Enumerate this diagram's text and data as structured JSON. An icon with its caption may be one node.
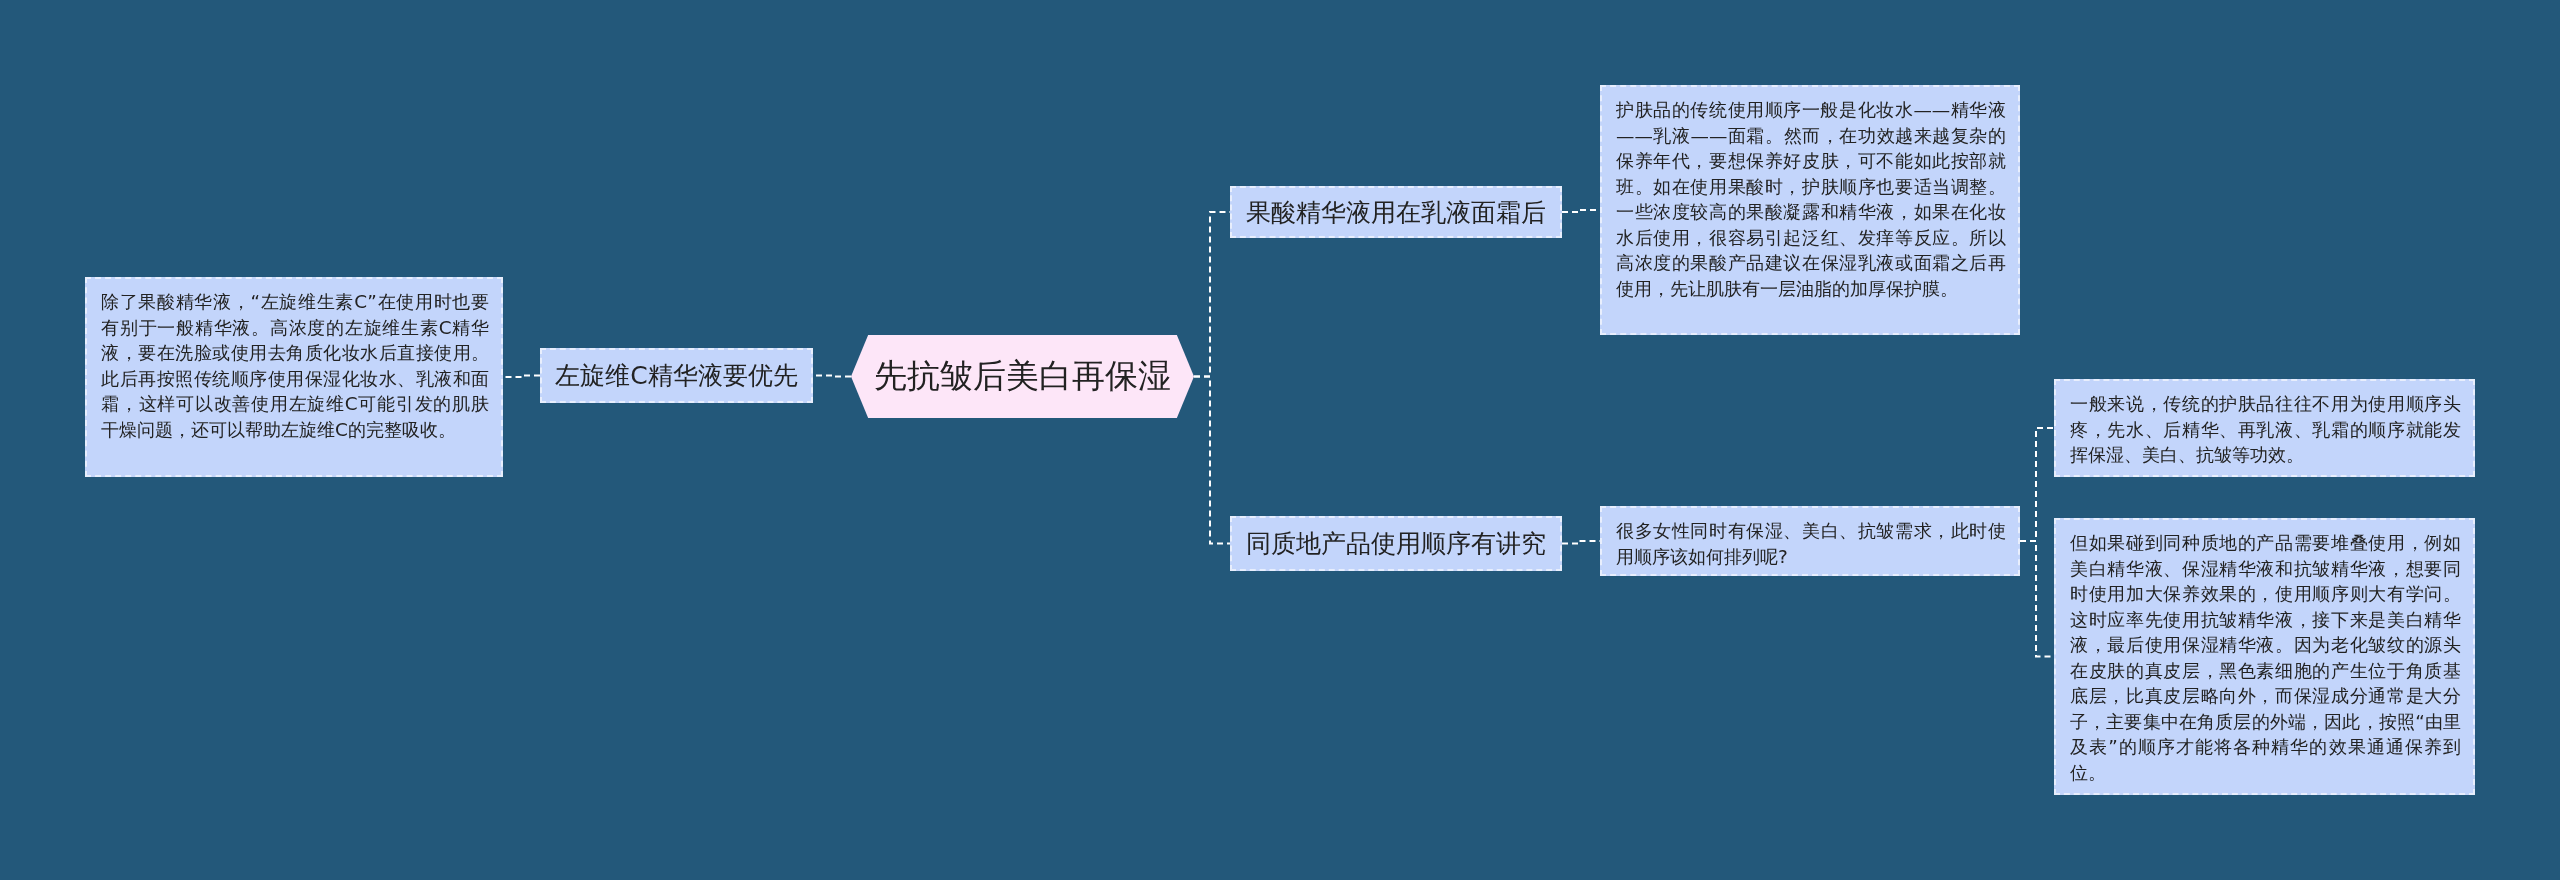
{
  "diagram": {
    "nodes": [
      {
        "text": [
          "先抗皱后美白再保湿"
        ]
      },
      {
        "text": [
          "左旋维C精华液要优先"
        ]
      },
      {
        "text": [
          "除了果酸精华液，“左旋维生素C”在使用时也要有别于一般精华液。高浓度的左旋维生素C精华液，要在洗脸或使用去角质化妆水后直接使用。此后再按照传统顺序使用保湿化妆水、乳液和面霜，这样可以改善使用左旋维C可能引发的肌肤干燥问题，还可以帮助左旋维C的完整吸收。"
        ]
      },
      {
        "text": [
          "果酸精华液用在乳液面霜后"
        ]
      },
      {
        "text": [
          "护肤品的传统使用顺序一般是化妆水——精华液——乳液——面霜。然而，在功效越来越复杂的保养年代，要想保养好皮肤，可不能如此按部就班。如在使用果酸时，护肤顺序也要适当调整。一些浓度较高的果酸凝露和精华液，如果在化妆水后使用，很容易引起泛红、发痒等反应。所以高浓度的果酸产品建议在保湿乳液或面霜之后再使用，先让肌肤有一层油脂的加厚保护膜。"
        ]
      },
      {
        "text": [
          "同质地产品使用顺序有讲究"
        ]
      },
      {
        "text": [
          "很多女性同时有保湿、美白、抗皱需求，此时使用顺序该如何排列呢?"
        ]
      },
      {
        "text": [
          "一般来说，传统的护肤品往往不用为使用顺序头疼，先水、后精华、再乳液、乳霜的顺序就能发挥保湿、美白、抗皱等功效。"
        ]
      },
      {
        "text": [
          "但如果碰到同种质地的产品需要堆叠使用，例如美白精华液、保湿精华液和抗皱精华液，想要同时使用加大保养效果的，使用顺序则大有学问。这时应率先使用抗皱精华液，接下来是美白精华液，最后使用保湿精华液。因为老化皱纹的源头在皮肤的真皮层，黑色素细胞的产生位于角质基底层，比真皮层略向外，而保湿成分通常是大分子，主要集中在角质层的外端，因此，按照“由里及表”的顺序才能将各种精华的效果通通保养到位。"
        ]
      }
    ],
    "edges": [
      {
        "from": 0,
        "to": 1,
        "arrow": "none"
      },
      {
        "from": 1,
        "to": 2,
        "arrow": "none"
      },
      {
        "from": 0,
        "to": 3,
        "arrow": "none"
      },
      {
        "from": 3,
        "to": 4,
        "arrow": "none"
      },
      {
        "from": 0,
        "to": 5,
        "arrow": "none"
      },
      {
        "from": 5,
        "to": 6,
        "arrow": "none"
      },
      {
        "from": 6,
        "to": 7,
        "arrow": "none"
      },
      {
        "from": 6,
        "to": 8,
        "arrow": "none"
      }
    ]
  }
}
